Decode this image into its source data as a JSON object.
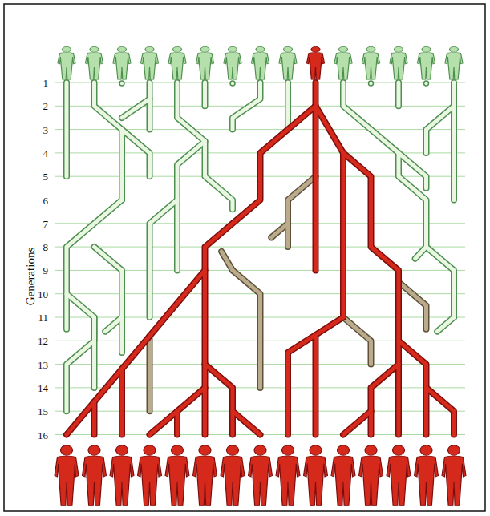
{
  "diagram": {
    "labels": [
      "Generations",
      "1",
      "2",
      "3",
      "4",
      "5",
      "6",
      "7",
      "8",
      "9",
      "10",
      "11",
      "12",
      "13",
      "14",
      "15",
      "16"
    ]
  }
}
